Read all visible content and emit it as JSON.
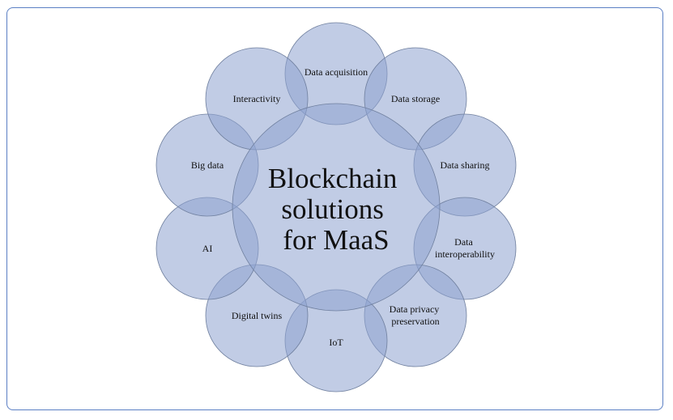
{
  "diagram": {
    "hub": {
      "lines": [
        "Blockchain",
        "solutions",
        "for MaaS"
      ]
    },
    "petals": [
      {
        "lines": [
          "Data acquisition"
        ]
      },
      {
        "lines": [
          "Data storage"
        ]
      },
      {
        "lines": [
          "Data sharing"
        ]
      },
      {
        "lines": [
          "Data",
          "interoperability"
        ]
      },
      {
        "lines": [
          "Data privacy",
          "preservation"
        ]
      },
      {
        "lines": [
          "IoT"
        ]
      },
      {
        "lines": [
          "Digital twins"
        ]
      },
      {
        "lines": [
          "AI"
        ]
      },
      {
        "lines": [
          "Big data"
        ]
      },
      {
        "lines": [
          "Interactivity"
        ]
      }
    ],
    "colors": {
      "circle_fill": "#8ea3cf",
      "circle_stroke": "#6f7f9e",
      "frame_border": "#5b7fc4"
    }
  }
}
